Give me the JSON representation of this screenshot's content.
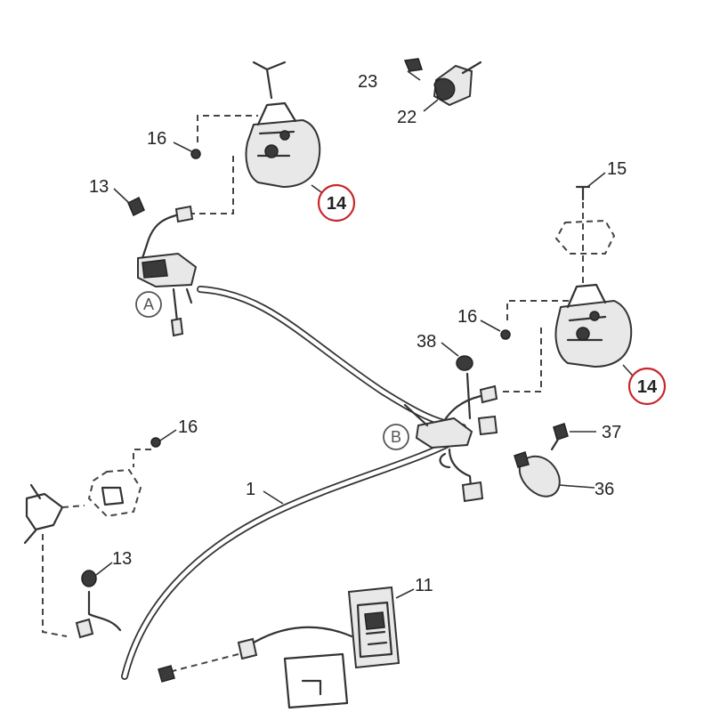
{
  "callouts": {
    "c1": "1",
    "c11": "11",
    "c13a": "13",
    "c13b": "13",
    "c14a": "14",
    "c14b": "14",
    "c15": "15",
    "c16a": "16",
    "c16b": "16",
    "c16c": "16",
    "c22": "22",
    "c23": "23",
    "c36": "36",
    "c37": "37",
    "c38": "38",
    "cA": "A",
    "cB": "B"
  },
  "colors": {
    "highlight_circle": "#c8262a",
    "line": "#333333",
    "background": "#ffffff"
  }
}
